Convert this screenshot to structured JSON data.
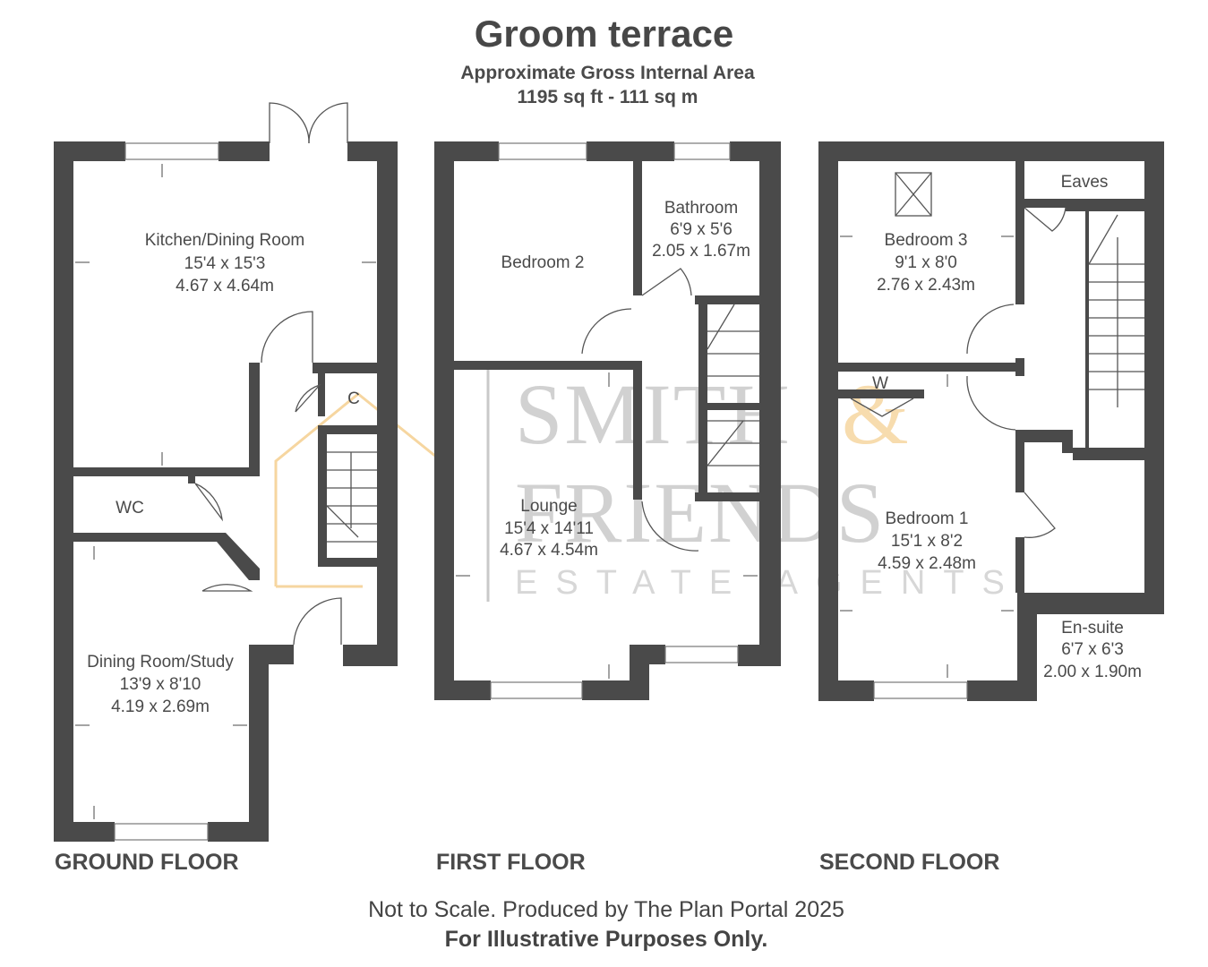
{
  "header": {
    "title": "Groom terrace",
    "subtitle": "Approximate Gross Internal Area",
    "area": "1195 sq ft - 111 sq m"
  },
  "floors": [
    {
      "label": "GROUND FLOOR",
      "rooms": [
        {
          "name": "Kitchen/Dining Room",
          "imperial": "15'4 x 15'3",
          "metric": "4.67 x 4.64m"
        },
        {
          "name": "WC"
        },
        {
          "name": "C"
        },
        {
          "name": "Dining Room/Study",
          "imperial": "13'9 x 8'10",
          "metric": "4.19 x 2.69m"
        }
      ]
    },
    {
      "label": "FIRST FLOOR",
      "rooms": [
        {
          "name": "Bedroom 2"
        },
        {
          "name": "Bathroom",
          "imperial": "6'9 x 5'6",
          "metric": "2.05 x 1.67m"
        },
        {
          "name": "Lounge",
          "imperial": "15'4 x 14'11",
          "metric": "4.67 x 4.54m"
        }
      ]
    },
    {
      "label": "SECOND FLOOR",
      "rooms": [
        {
          "name": "Eaves"
        },
        {
          "name": "Bedroom 3",
          "imperial": "9'1 x 8'0",
          "metric": "2.76 x 2.43m"
        },
        {
          "name": "W"
        },
        {
          "name": "Bedroom 1",
          "imperial": "15'1 x 8'2",
          "metric": "4.59 x 2.48m"
        },
        {
          "name": "En-suite",
          "imperial": "6'7 x 6'3",
          "metric": "2.00 x 1.90m"
        }
      ]
    }
  ],
  "watermark": {
    "line1": "SMITH",
    "amp": "&",
    "line2": "FRIENDS",
    "line3": "ESTATE AGENTS"
  },
  "footer": {
    "note": "Not to Scale. Produced by The Plan Portal 2025",
    "disclaimer": "For Illustrative Purposes Only."
  },
  "colors": {
    "wall": "#4a4a4a",
    "watermark_grey": "#c9c9c9",
    "watermark_orange": "#f6d6a0"
  }
}
